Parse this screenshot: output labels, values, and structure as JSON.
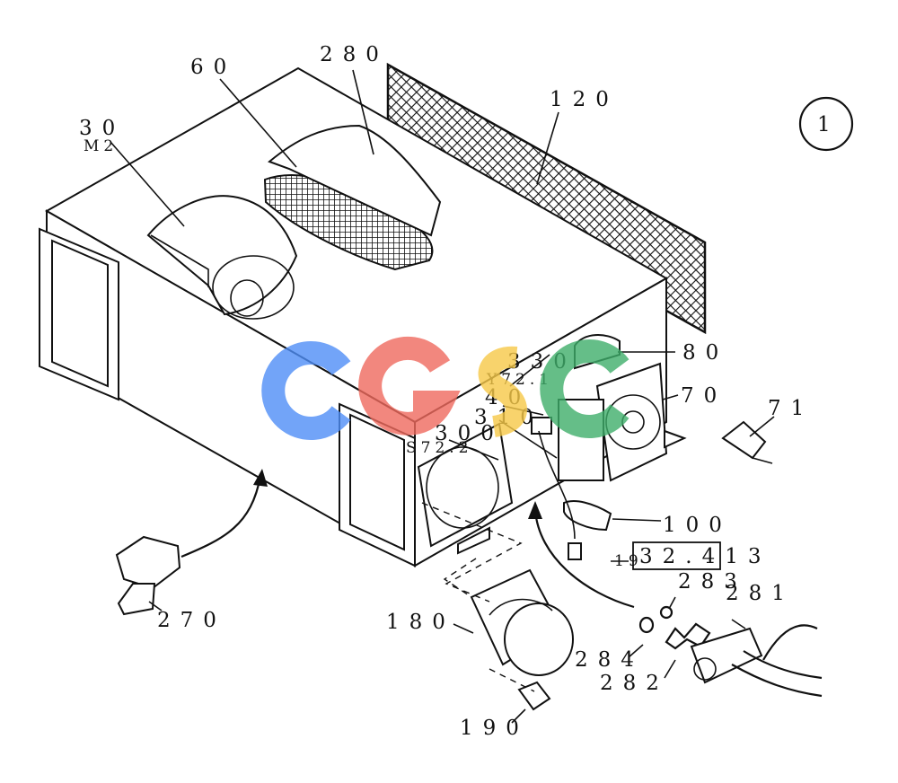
{
  "callouts": {
    "c30": "30",
    "m2": "M2",
    "c60": "60",
    "c280": "280",
    "c120": "120",
    "sheet": "1",
    "c80": "80",
    "c330": "330",
    "y72": "Y72.1",
    "c70": "70",
    "c40": "40",
    "c310": "310",
    "c71": "71",
    "s72": "S72.2",
    "c300": "300",
    "c100": "100",
    "ref_box": "32.413",
    "c19": "19",
    "c283": "283",
    "c281": "281",
    "c270": "270",
    "c180": "180",
    "c284": "284",
    "c282": "282",
    "c190": "190"
  },
  "watermark": {
    "text": "CGSC",
    "colors": [
      "#4f8ef7",
      "#f06a5e",
      "#f7c948",
      "#3fae6a"
    ]
  }
}
